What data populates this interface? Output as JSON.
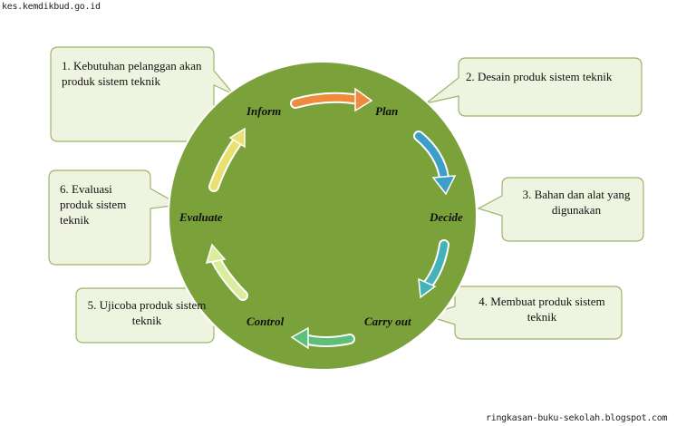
{
  "watermark_top": "kes.kemdikbud.go.id",
  "watermark_bottom": "ringkasan-buku-sekolah.blogspot.com",
  "colors": {
    "circle_fill": "#7aa13a",
    "circle_stroke": "#ffffff",
    "callout_fill": "#eef4df",
    "callout_stroke": "#9cb56b",
    "arrow_inform_plan": "#f08a3c",
    "arrow_plan_decide": "#3d9fc9",
    "arrow_decide_carry": "#44b2b8",
    "arrow_carry_control": "#5cbf7a",
    "arrow_control_evaluate": "#d9ed9c",
    "arrow_evaluate_inform": "#e9e070"
  },
  "stages": {
    "inform": "Inform",
    "plan": "Plan",
    "decide": "Decide",
    "carry_out": "Carry out",
    "control": "Control",
    "evaluate": "Evaluate"
  },
  "callouts": {
    "c1": "1. Kebutuhan pelanggan akan produk sistem teknik",
    "c2": "2. Desain produk sistem teknik",
    "c3": "3. Bahan dan alat yang digunakan",
    "c4": "4. Membuat produk sistem teknik",
    "c5": "5. Ujicoba produk sistem teknik",
    "c6": "6. Evaluasi produk sistem teknik"
  }
}
